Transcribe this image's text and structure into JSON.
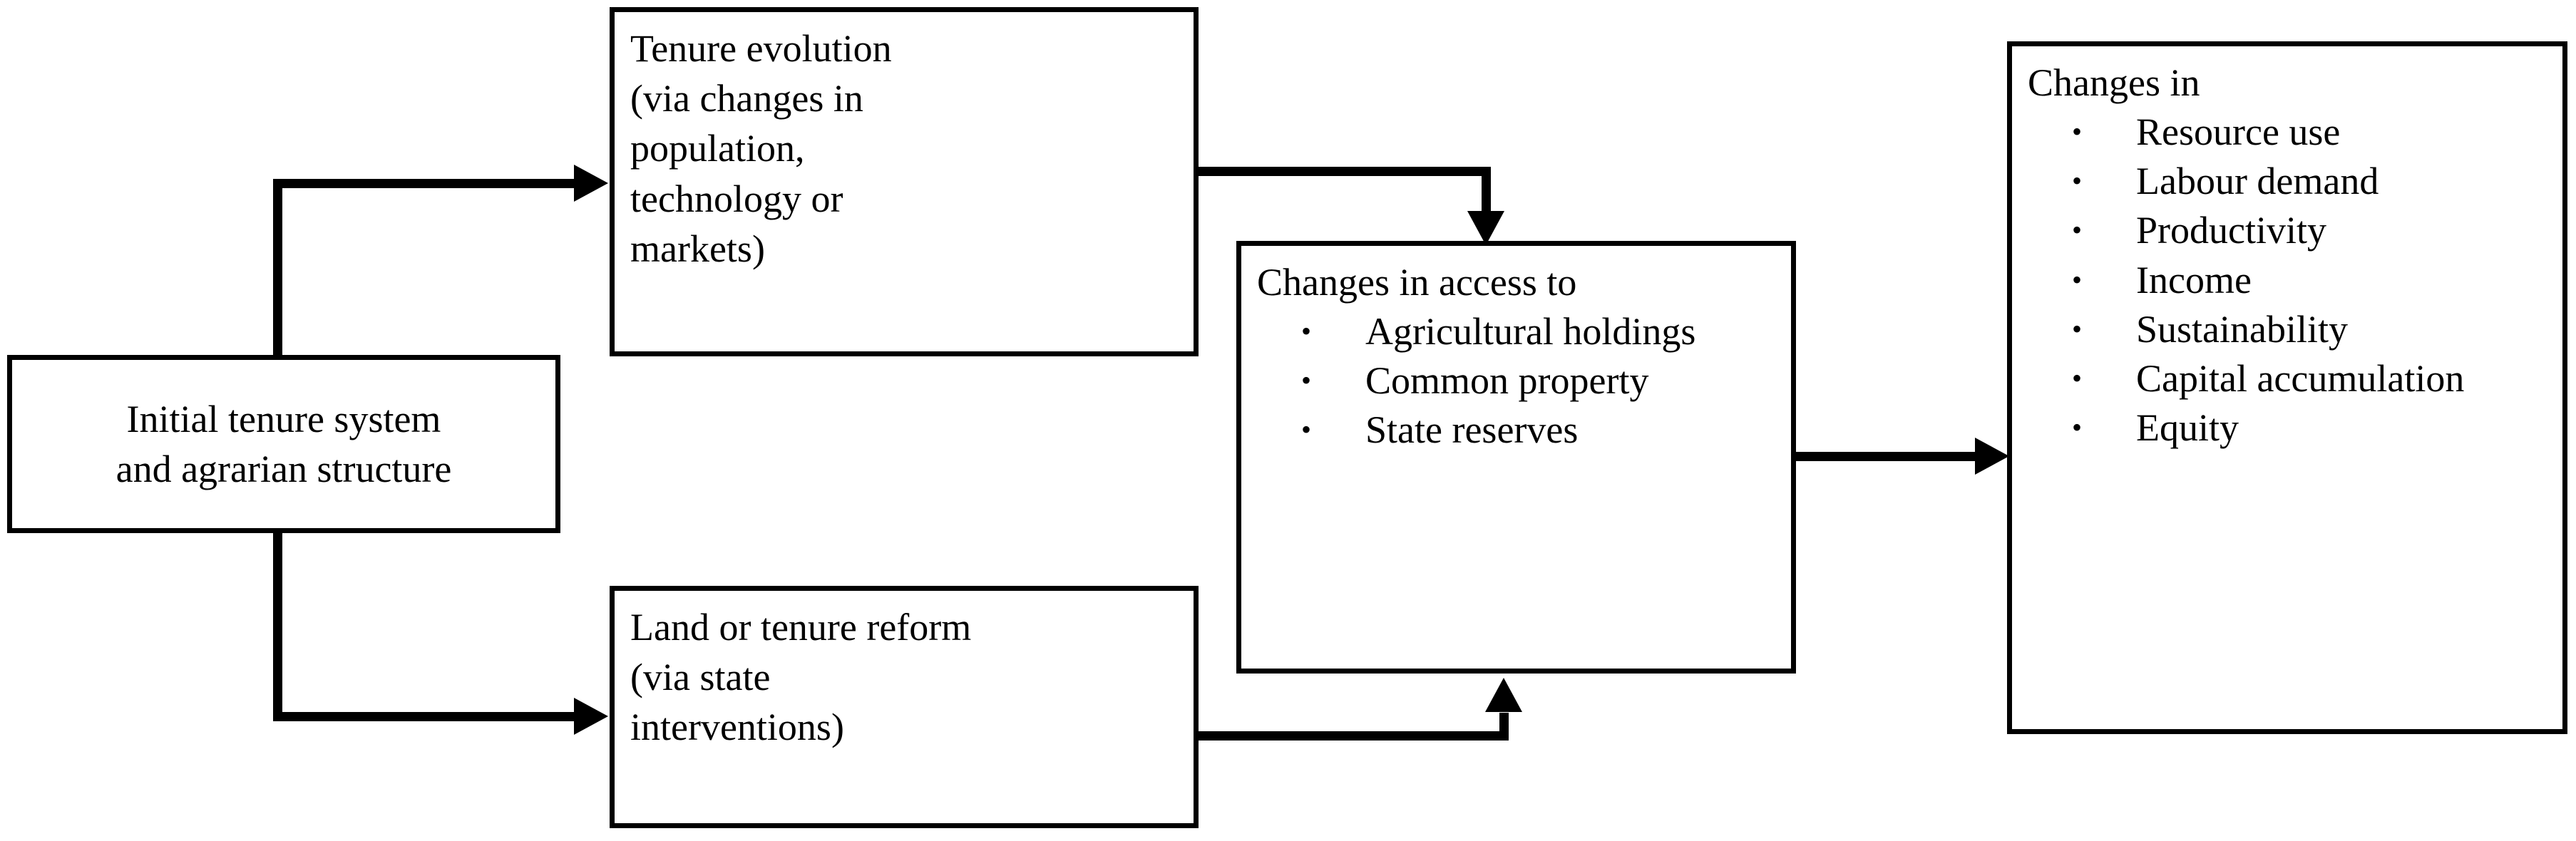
{
  "diagram": {
    "title": "Tenure change and its outcomes flow diagram",
    "line_color": "#000000",
    "background_color": "#ffffff",
    "bullet_glyph": "•"
  },
  "boxes": {
    "initial": {
      "id": "initial-tenure-system",
      "text": "Initial tenure system\nand agrarian structure"
    },
    "tenure_evolution": {
      "id": "tenure-evolution",
      "text": "Tenure evolution\n(via changes in\npopulation,\ntechnology or\nmarkets)"
    },
    "land_reform": {
      "id": "land-or-tenure-reform",
      "text": "Land or tenure reform\n(via state\ninterventions)"
    },
    "access_changes": {
      "id": "changes-in-access-to",
      "heading": "Changes in access to",
      "bullets": [
        "Agricultural holdings",
        "Common property",
        "State reserves"
      ]
    },
    "outcomes": {
      "id": "changes-in",
      "heading": "Changes in",
      "bullets": [
        "Resource use",
        "Labour demand",
        "Productivity",
        "Income",
        "Sustainability",
        "Capital accumulation",
        "Equity"
      ]
    }
  },
  "connectors": [
    {
      "id": "initial-to-tenure-evolution",
      "from": "initial",
      "to": "tenure_evolution",
      "style": "elbow-up-right",
      "arrowhead": "right"
    },
    {
      "id": "initial-to-land-reform",
      "from": "initial",
      "to": "land_reform",
      "style": "elbow-down-right",
      "arrowhead": "right"
    },
    {
      "id": "tenure-evolution-to-access",
      "from": "tenure_evolution",
      "to": "access_changes",
      "style": "elbow-right-down",
      "arrowhead": "down"
    },
    {
      "id": "land-reform-to-access",
      "from": "land_reform",
      "to": "access_changes",
      "style": "elbow-right-up",
      "arrowhead": "up"
    },
    {
      "id": "access-to-outcomes",
      "from": "access_changes",
      "to": "outcomes",
      "style": "straight-right",
      "arrowhead": "right"
    }
  ]
}
